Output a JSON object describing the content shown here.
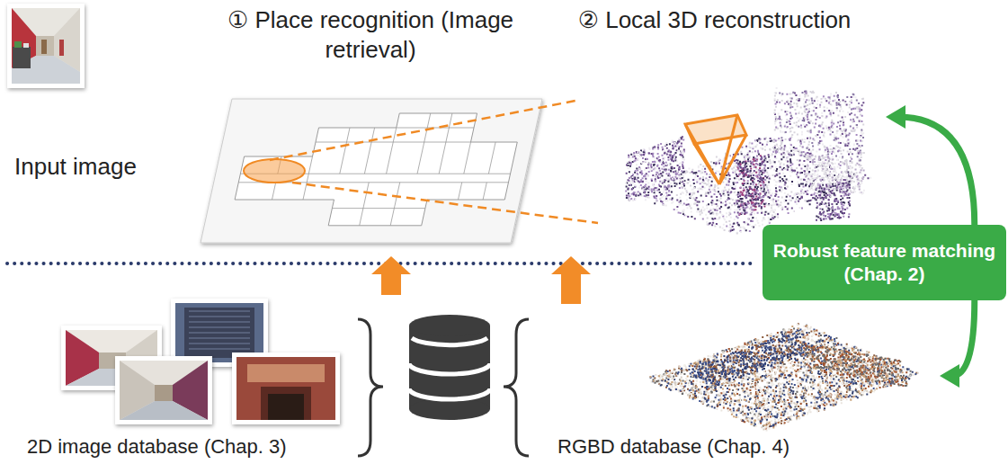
{
  "diagram": {
    "nodes": [
      {
        "text": [
          "Input image"
        ]
      },
      {
        "text": [
          "① Place recognition (Image retrieval)"
        ]
      },
      {
        "text": [
          "② Local 3D reconstruction"
        ]
      },
      {
        "text": [
          "Robust feature matching (Chap. 2)"
        ]
      },
      {
        "text": [
          "2D image database (Chap. 3)"
        ]
      },
      {
        "text": [
          "RGBD database (Chap. 4)"
        ]
      }
    ],
    "edges": [
      {
        "from": 4,
        "to": 1,
        "arrow": "to"
      },
      {
        "from": 5,
        "to": 2,
        "arrow": "to"
      },
      {
        "from": 3,
        "to": 2,
        "arrow": "to"
      },
      {
        "from": 3,
        "to": 5,
        "arrow": "to"
      }
    ]
  }
}
